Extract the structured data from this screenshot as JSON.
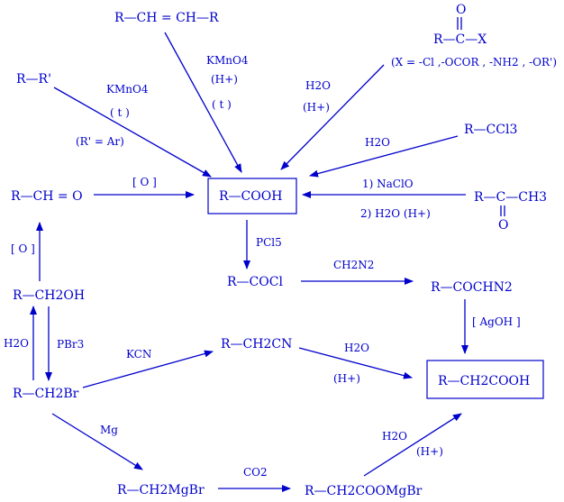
{
  "nodes": {
    "alkene": "R—CH = CH—R",
    "acyl_top_o": "O",
    "acyl_top_rcx": "R—C—X",
    "acyl_top_x_def": "(X = -Cl ,-OCOR , -NH2 , -OR')",
    "alkylarene": "R—R'",
    "trichloride": "R—CCl3",
    "aldehyde": "R—CH = O",
    "acid": "R—COOH",
    "methyl_ketone": "R—C—CH3",
    "ketone_o": "O",
    "alcohol": "R—CH2OH",
    "acid_chloride": "R—COCl",
    "diazoketone": "R—COCHN2",
    "bromide": "R—CH2Br",
    "nitrile": "R—CH2CN",
    "homolog_acid": "R—CH2COOH",
    "grignard": "R—CH2MgBr",
    "carboxylate_salt": "R—CH2COOMgBr"
  },
  "labels": {
    "kmno4_a": "KMnO4",
    "hplus_a": "(H+)",
    "t_a": "( t )",
    "kmno4_b": "KMnO4",
    "t_b": "( t )",
    "r_ar": "(R' = Ar)",
    "h2o_a": "H2O",
    "hplus_b": "(H+)",
    "h2o_b": "H2O",
    "o_a": "[ O ]",
    "naclo": "1) NaClO",
    "h2o_hplus": "2) H2O (H+)",
    "o_b": "[ O ]",
    "pcl5": "PCl5",
    "ch2n2": "CH2N2",
    "agoh": "[ AgOH ]",
    "h2o_c": "H2O",
    "pbr3": "PBr3",
    "kcn": "KCN",
    "h2o_d": "H2O",
    "hplus_c": "(H+)",
    "mg": "Mg",
    "co2": "CO2",
    "h2o_e": "H2O",
    "hplus_d": "(H+)"
  }
}
